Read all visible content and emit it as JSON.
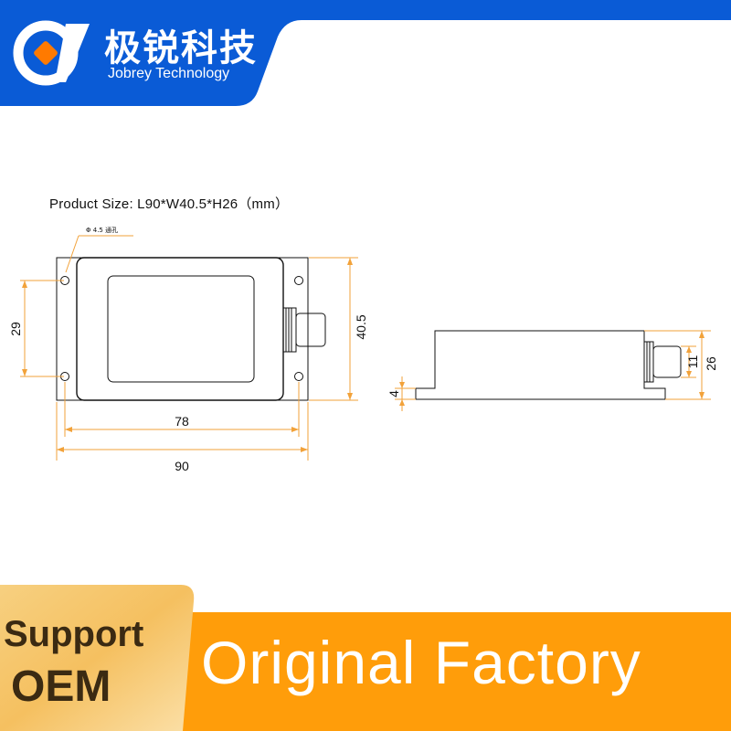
{
  "header": {
    "brand_cn": "极锐科技",
    "brand_en": "Jobrey Technology",
    "band_color": "#0a5bd6",
    "logo_accent": "#ff7a00"
  },
  "drawing": {
    "title": "Product Size: L90*W40.5*H26（mm）",
    "hole_note": "Φ 4.5 通孔",
    "front_view": {
      "dim_hole_spacing_vertical": "29",
      "dim_height": "40.5",
      "dim_hole_spacing_horizontal": "78",
      "dim_length": "90"
    },
    "side_view": {
      "dim_base": "4",
      "dim_connector": "11",
      "dim_total_height": "26"
    },
    "dimension_line_color": "#f2a23a"
  },
  "banner": {
    "support": "Support",
    "oem": "OEM",
    "original_factory": "Original Factory",
    "orange": "#ff9d0a",
    "gold": "#f5c060"
  }
}
